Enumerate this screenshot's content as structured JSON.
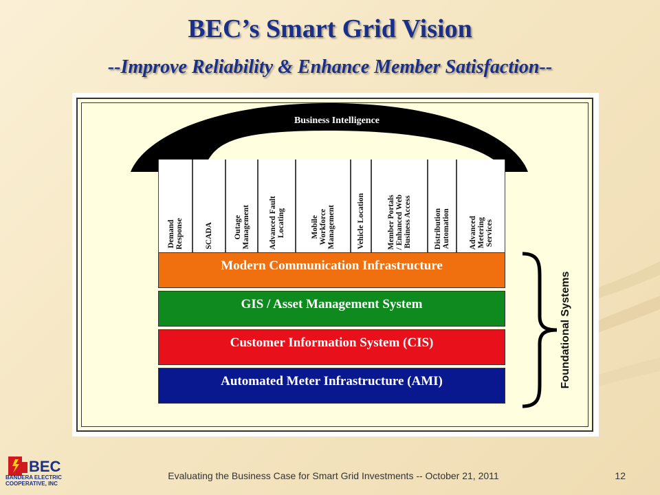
{
  "title": "BEC’s Smart Grid Vision",
  "subtitle": "--Improve Reliability & Enhance Member Satisfaction--",
  "arch_label": "Business Intelligence",
  "columns": [
    "Demand\nResponse",
    "SCADA",
    "Outage\nManagement",
    "Advanced Fault\nLocating",
    "Mobile\nWorkforce\nManagement",
    "Vehicle Location",
    "Member Portals\n/ Enhanced Web\nBusiness Access",
    "Distribution\nAutomation",
    "Advanced\nMetering\nServices"
  ],
  "bars": [
    {
      "label": "Modern Communication Infrastructure",
      "color": "#f07010"
    },
    {
      "label": "GIS / Asset Management System",
      "color": "#0e8a1e"
    },
    {
      "label": "Customer Information System (CIS)",
      "color": "#e8101a"
    },
    {
      "label": "Automated Meter Infrastructure (AMI)",
      "color": "#0a1890"
    }
  ],
  "foundational_label": "Foundational Systems",
  "footer": "Evaluating the Business Case for Smart Grid Investments -- October 21, 2011",
  "page_number": "12",
  "logo": {
    "name": "BEC",
    "line1": "BANDERA ELECTRIC",
    "line2": "COOPERATIVE, INC"
  }
}
